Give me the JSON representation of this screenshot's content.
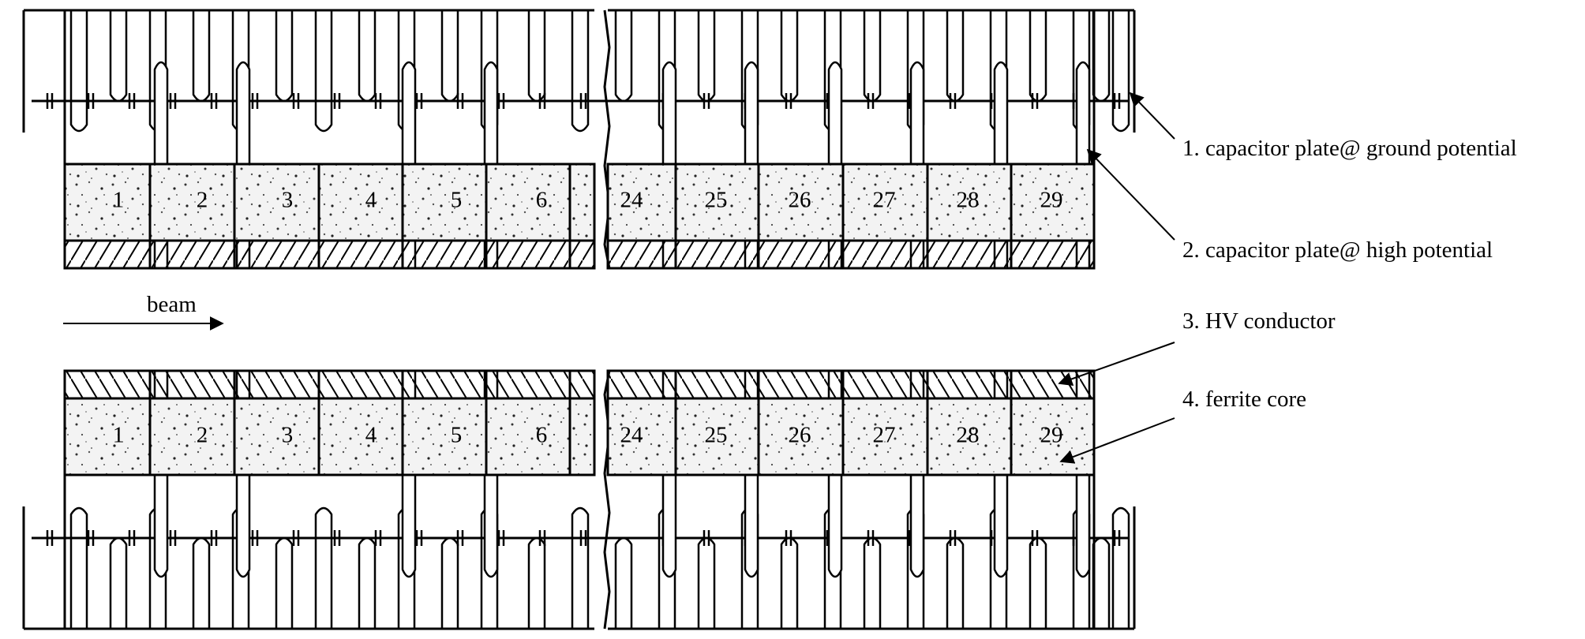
{
  "cell_numbers_left": [
    "1",
    "2",
    "3",
    "4",
    "5",
    "6"
  ],
  "cell_numbers_right": [
    "24",
    "25",
    "26",
    "27",
    "28",
    "29"
  ],
  "beam_label": "beam",
  "legend": [
    {
      "id": "ground",
      "text": "1. capacitor plate@ ground potential"
    },
    {
      "id": "high",
      "text": "2. capacitor plate@ high potential"
    },
    {
      "id": "hv",
      "text": "3. HV conductor"
    },
    {
      "id": "ferrite",
      "text": "4. ferrite core"
    }
  ],
  "colors": {
    "ink": "#000000",
    "ferrite": "#f2f2f2",
    "background": "#ffffff"
  }
}
